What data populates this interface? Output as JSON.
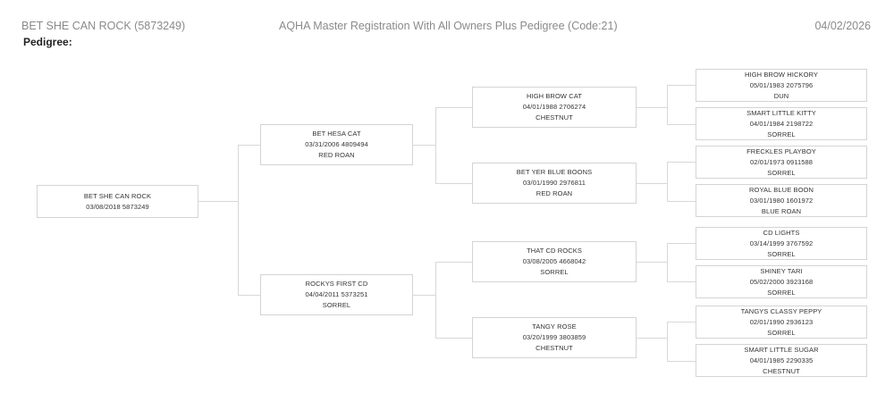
{
  "header": {
    "horse": "BET SHE CAN ROCK (5873249)",
    "report": "AQHA Master Registration With All Owners Plus Pedigree (Code:21)",
    "date": "04/02/2026"
  },
  "section_label": "Pedigree:",
  "pedigree": {
    "subject": {
      "name": "BET SHE CAN ROCK",
      "info": "03/08/2018 5873249",
      "color": ""
    },
    "sire": {
      "name": "BET HESA CAT",
      "info": "03/31/2006 4809494",
      "color": "RED ROAN"
    },
    "dam": {
      "name": "ROCKYS FIRST CD",
      "info": "04/04/2011 5373251",
      "color": "SORREL"
    },
    "grandparents": [
      {
        "name": "HIGH BROW CAT",
        "info": "04/01/1988 2706274",
        "color": "CHESTNUT"
      },
      {
        "name": "BET YER BLUE BOONS",
        "info": "03/01/1990 2976811",
        "color": "RED ROAN"
      },
      {
        "name": "THAT CD ROCKS",
        "info": "03/08/2005 4668042",
        "color": "SORREL"
      },
      {
        "name": "TANGY ROSE",
        "info": "03/20/1999 3803859",
        "color": "CHESTNUT"
      }
    ],
    "great_grandparents": [
      {
        "name": "HIGH BROW HICKORY",
        "info": "05/01/1983 2075796",
        "color": "DUN"
      },
      {
        "name": "SMART LITTLE KITTY",
        "info": "04/01/1984 2198722",
        "color": "SORREL"
      },
      {
        "name": "FRECKLES PLAYBOY",
        "info": "02/01/1973 0911588",
        "color": "SORREL"
      },
      {
        "name": "ROYAL BLUE BOON",
        "info": "03/01/1980 1601972",
        "color": "BLUE ROAN"
      },
      {
        "name": "CD LIGHTS",
        "info": "03/14/1999 3767592",
        "color": "SORREL"
      },
      {
        "name": "SHINEY TARI",
        "info": "05/02/2000 3923168",
        "color": "SORREL"
      },
      {
        "name": "TANGYS CLASSY PEPPY",
        "info": "02/01/1990 2936123",
        "color": "SORREL"
      },
      {
        "name": "SMART LITTLE SUGAR",
        "info": "04/01/1985 2290335",
        "color": "CHESTNUT"
      }
    ]
  }
}
